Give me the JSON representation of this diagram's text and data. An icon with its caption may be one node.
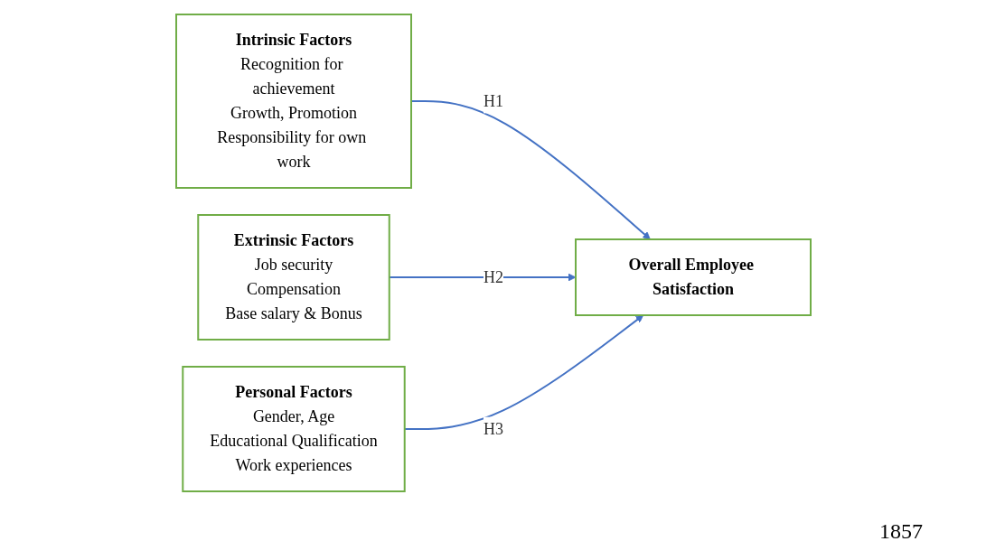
{
  "diagram": {
    "nodes": [
      {
        "text": [
          "Intrinsic Factors",
          "Recognition for achievement",
          "Growth, Promotion",
          "Responsibility for own work"
        ]
      },
      {
        "text": [
          "Extrinsic Factors",
          "Job security",
          "Compensation",
          "Base salary & Bonus"
        ]
      },
      {
        "text": [
          "Personal Factors",
          "Gender, Age",
          "Educational Qualification",
          "Work experiences"
        ]
      },
      {
        "text": [
          "Overall Employee Satisfaction"
        ]
      }
    ],
    "edges": [
      {
        "from": 0,
        "to": 3,
        "arrow": "to",
        "label": "H1"
      },
      {
        "from": 1,
        "to": 3,
        "arrow": "to",
        "label": "H2"
      },
      {
        "from": 2,
        "to": 3,
        "arrow": "to",
        "label": "H3"
      }
    ],
    "labels": [
      "1857"
    ]
  }
}
